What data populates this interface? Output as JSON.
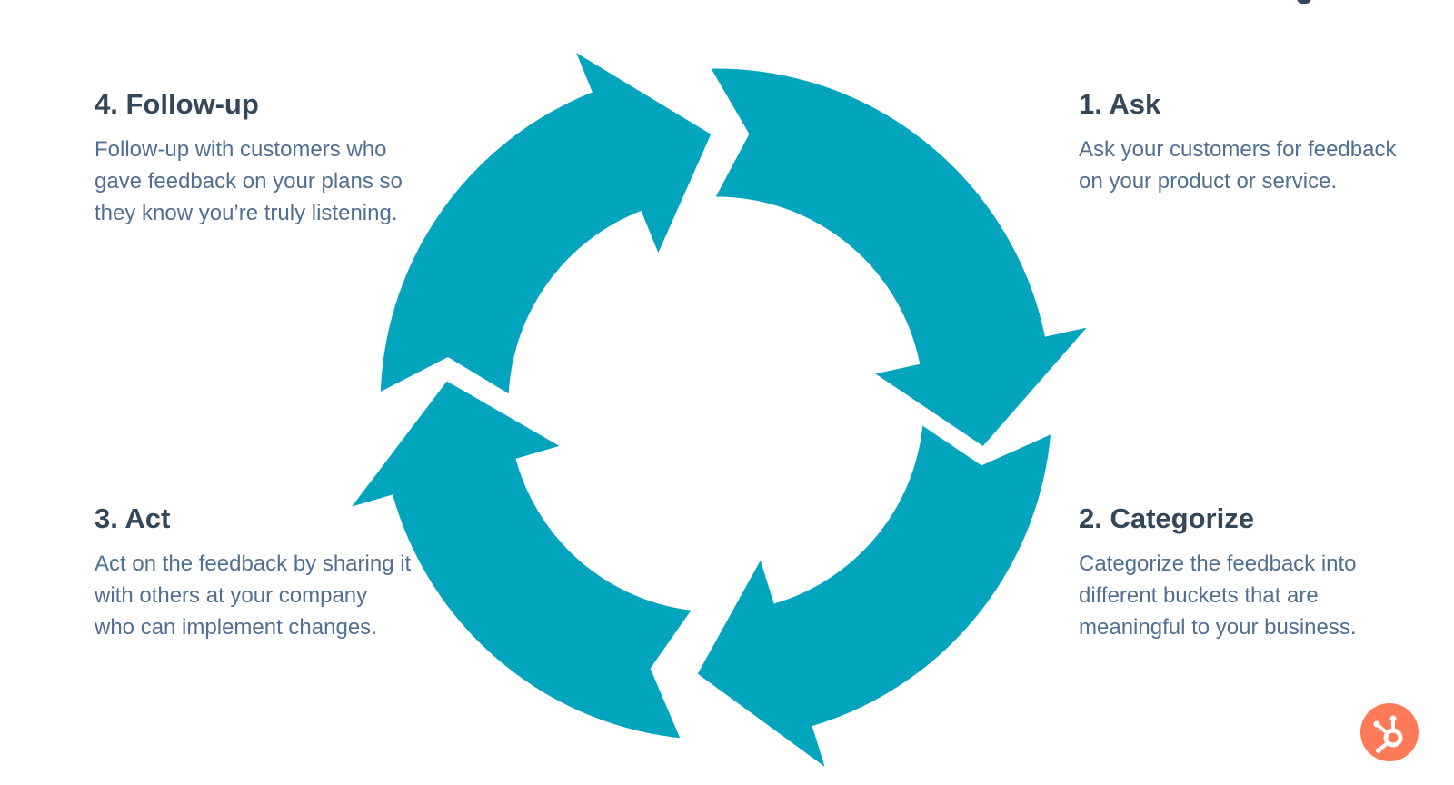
{
  "steps": [
    {
      "id": "ask",
      "title": "1. Ask",
      "description": "Ask your customers for feedback on your product or service."
    },
    {
      "id": "categorize",
      "title": "2. Categorize",
      "description": "Categorize the feedback into different buckets that are meaningful to your business."
    },
    {
      "id": "act",
      "title": "3. Act",
      "description": "Act on the feedback by sharing it with others at your company who can implement changes."
    },
    {
      "id": "followup",
      "title": "4. Follow-up",
      "description": "Follow-up with customers who gave feedback on your plans so they know you’re truly listening."
    }
  ],
  "colors": {
    "arrow": "#03a4be",
    "title": "#33475b",
    "body": "#516f90",
    "logo": "#ff7a59"
  },
  "icons": {
    "logo": "hubspot-sprocket-icon"
  }
}
